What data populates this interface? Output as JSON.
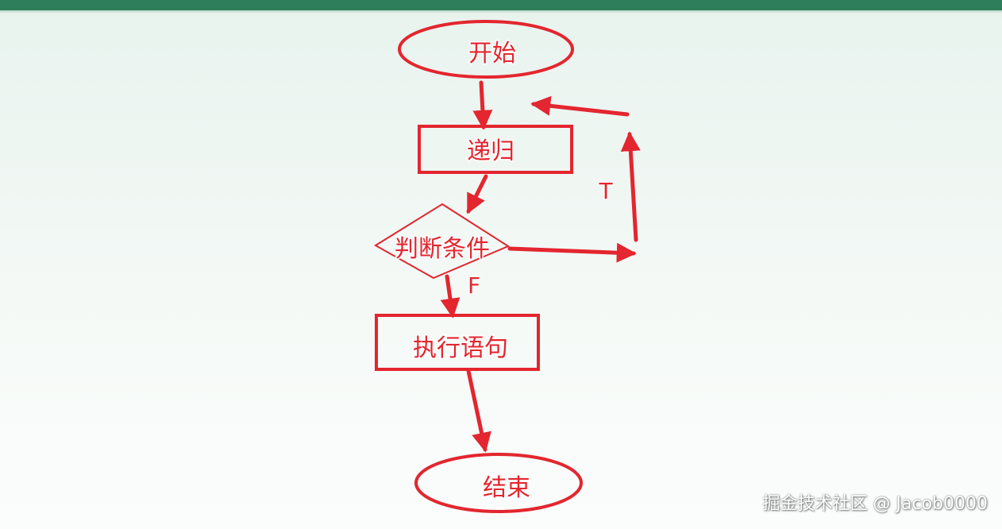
{
  "colors": {
    "stroke": "#e3262f",
    "top_bar": "#2e7d5b"
  },
  "nodes": {
    "start": "开始",
    "recursion": "递归",
    "condition": "判断条件",
    "execute": "执行语句",
    "end": "结束"
  },
  "branches": {
    "true_label": "T",
    "false_label": "F"
  },
  "watermark": "掘金技术社区 @ Jacob0000"
}
